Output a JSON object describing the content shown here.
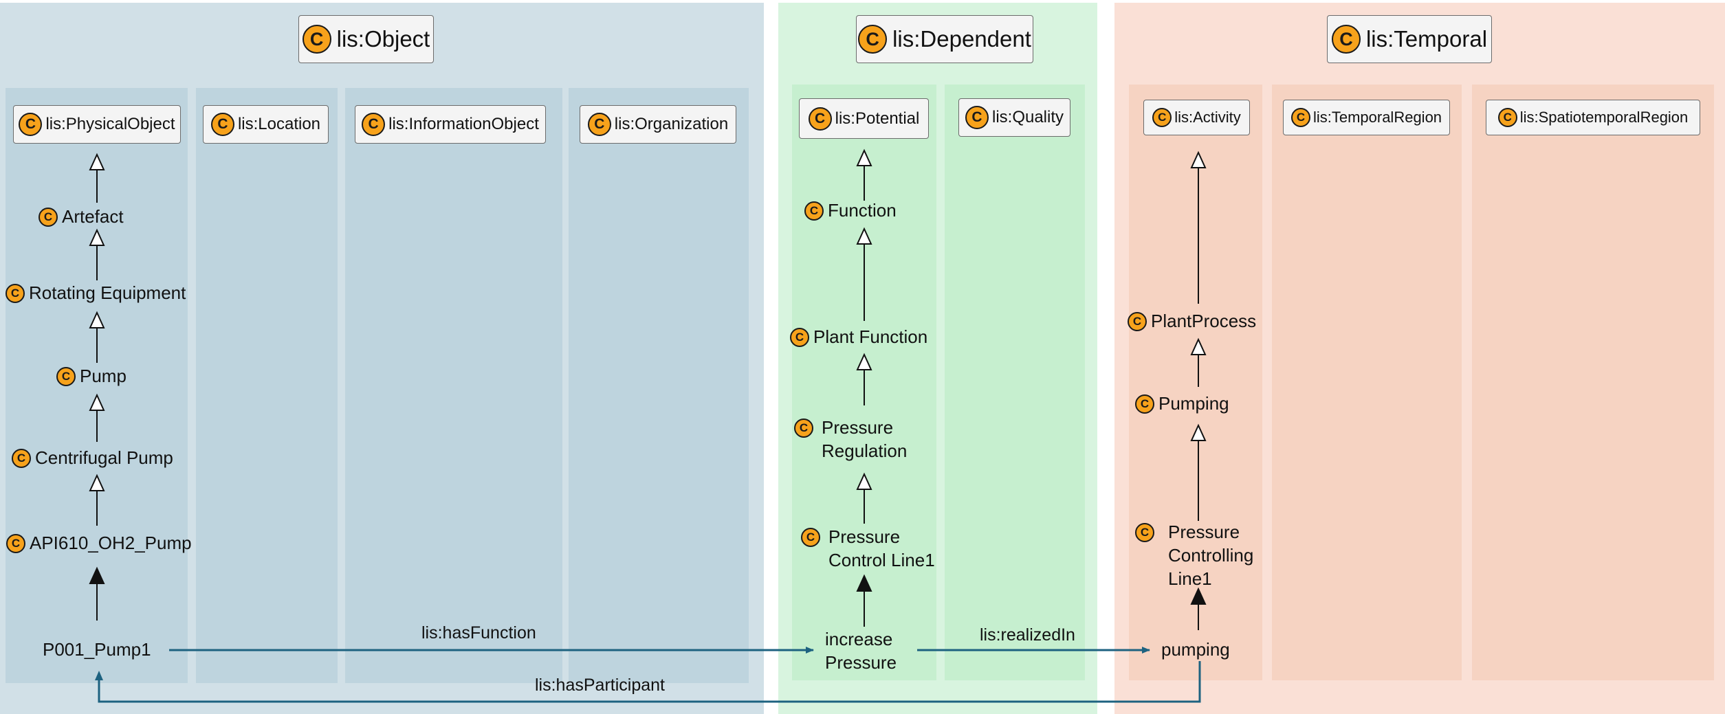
{
  "colors": {
    "object_bg": "#d1e0e7",
    "object_col": "#bed4de",
    "dependent_bg": "#d8f4df",
    "dependent_col": "#c6efcf",
    "temporal_bg": "#fae0d6",
    "temporal_col": "#f6d3c2",
    "class_icon": "#f7a21b",
    "relation": "#1d6280"
  },
  "icon": "class-c-icon",
  "badge_letter": "C",
  "panels": {
    "object": {
      "title": "lis:Object",
      "columns": [
        "lis:PhysicalObject",
        "lis:Location",
        "lis:InformationObject",
        "lis:Organization"
      ]
    },
    "dependent": {
      "title": "lis:Dependent",
      "columns": [
        "lis:Potential",
        "lis:Quality"
      ]
    },
    "temporal": {
      "title": "lis:Temporal",
      "columns": [
        "lis:Activity",
        "lis:TemporalRegion",
        "lis:SpatiotemporalRegion"
      ]
    }
  },
  "object_classes": [
    "Artefact",
    "Rotating Equipment",
    "Pump",
    "Centrifugal Pump",
    "API610_OH2_Pump"
  ],
  "dependent_classes": [
    "Function",
    "Plant Function",
    "Pressure Regulation",
    "Pressure Control Line1"
  ],
  "temporal_classes": [
    "PlantProcess",
    "Pumping",
    "Pressure Controlling Line1"
  ],
  "individuals": {
    "pump": "P001_Pump1",
    "function": "increase Pressure",
    "activity": "pumping"
  },
  "relations": {
    "has_function": "lis:hasFunction",
    "realized_in": "lis:realizedIn",
    "has_participant": "lis:hasParticipant"
  }
}
